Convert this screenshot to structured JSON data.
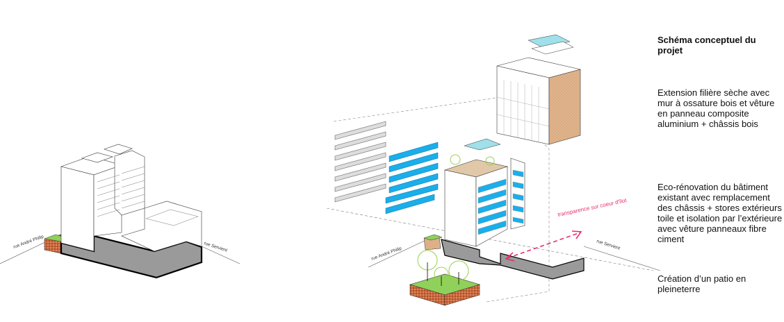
{
  "legend": {
    "title": "Schéma conceptuel du projet",
    "notes": [
      "Extension filière sèche avec mur à ossature bois et vêture en panneau composite aluminium + châssis bois",
      "Eco-rénovation du bâtiment existant avec remplacement des châssis + stores extérieurs toile et isolation par l’extérieure avec vêture panneaux fibre ciment",
      "Création d’un patio en pleineterre"
    ]
  },
  "existing": {
    "street_left": "rue André Philip",
    "street_right": "rue Servient"
  },
  "project": {
    "street_left": "rue André Philip",
    "street_right": "rue Servient",
    "annotation": "transparence sur coeur d'îlot"
  },
  "colors": {
    "glazing": "#1aaeea",
    "wood": "#e0b48c",
    "ground": "#8fd15a",
    "soil": "#c9653a",
    "basement": "#9a9a9a",
    "annotation": "#e8306a",
    "roof_glass": "#9fe0ea"
  }
}
